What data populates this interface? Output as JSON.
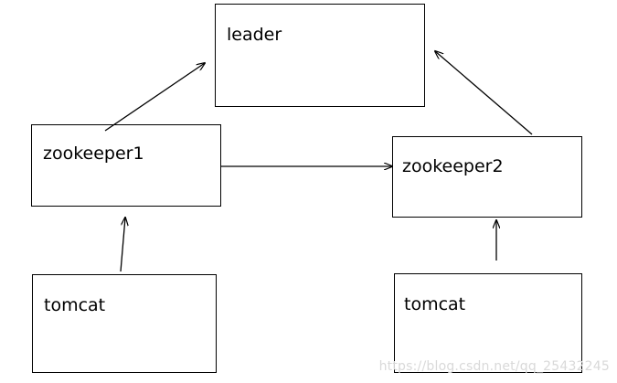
{
  "nodes": {
    "leader": {
      "label": "leader"
    },
    "zookeeper1": {
      "label": "zookeeper1"
    },
    "zookeeper2": {
      "label": "zookeeper2"
    },
    "tomcat1": {
      "label": "tomcat"
    },
    "tomcat2": {
      "label": "tomcat"
    }
  },
  "edges": [
    {
      "from": "zookeeper1",
      "to": "leader"
    },
    {
      "from": "zookeeper2",
      "to": "leader"
    },
    {
      "from": "zookeeper1",
      "to": "zookeeper2"
    },
    {
      "from": "tomcat1",
      "to": "zookeeper1"
    },
    {
      "from": "tomcat2",
      "to": "zookeeper2"
    }
  ],
  "watermark": "https://blog.csdn.net/qq_25432245",
  "colors": {
    "stroke": "#000000",
    "background": "#ffffff",
    "watermark": "#d9d9d9"
  }
}
